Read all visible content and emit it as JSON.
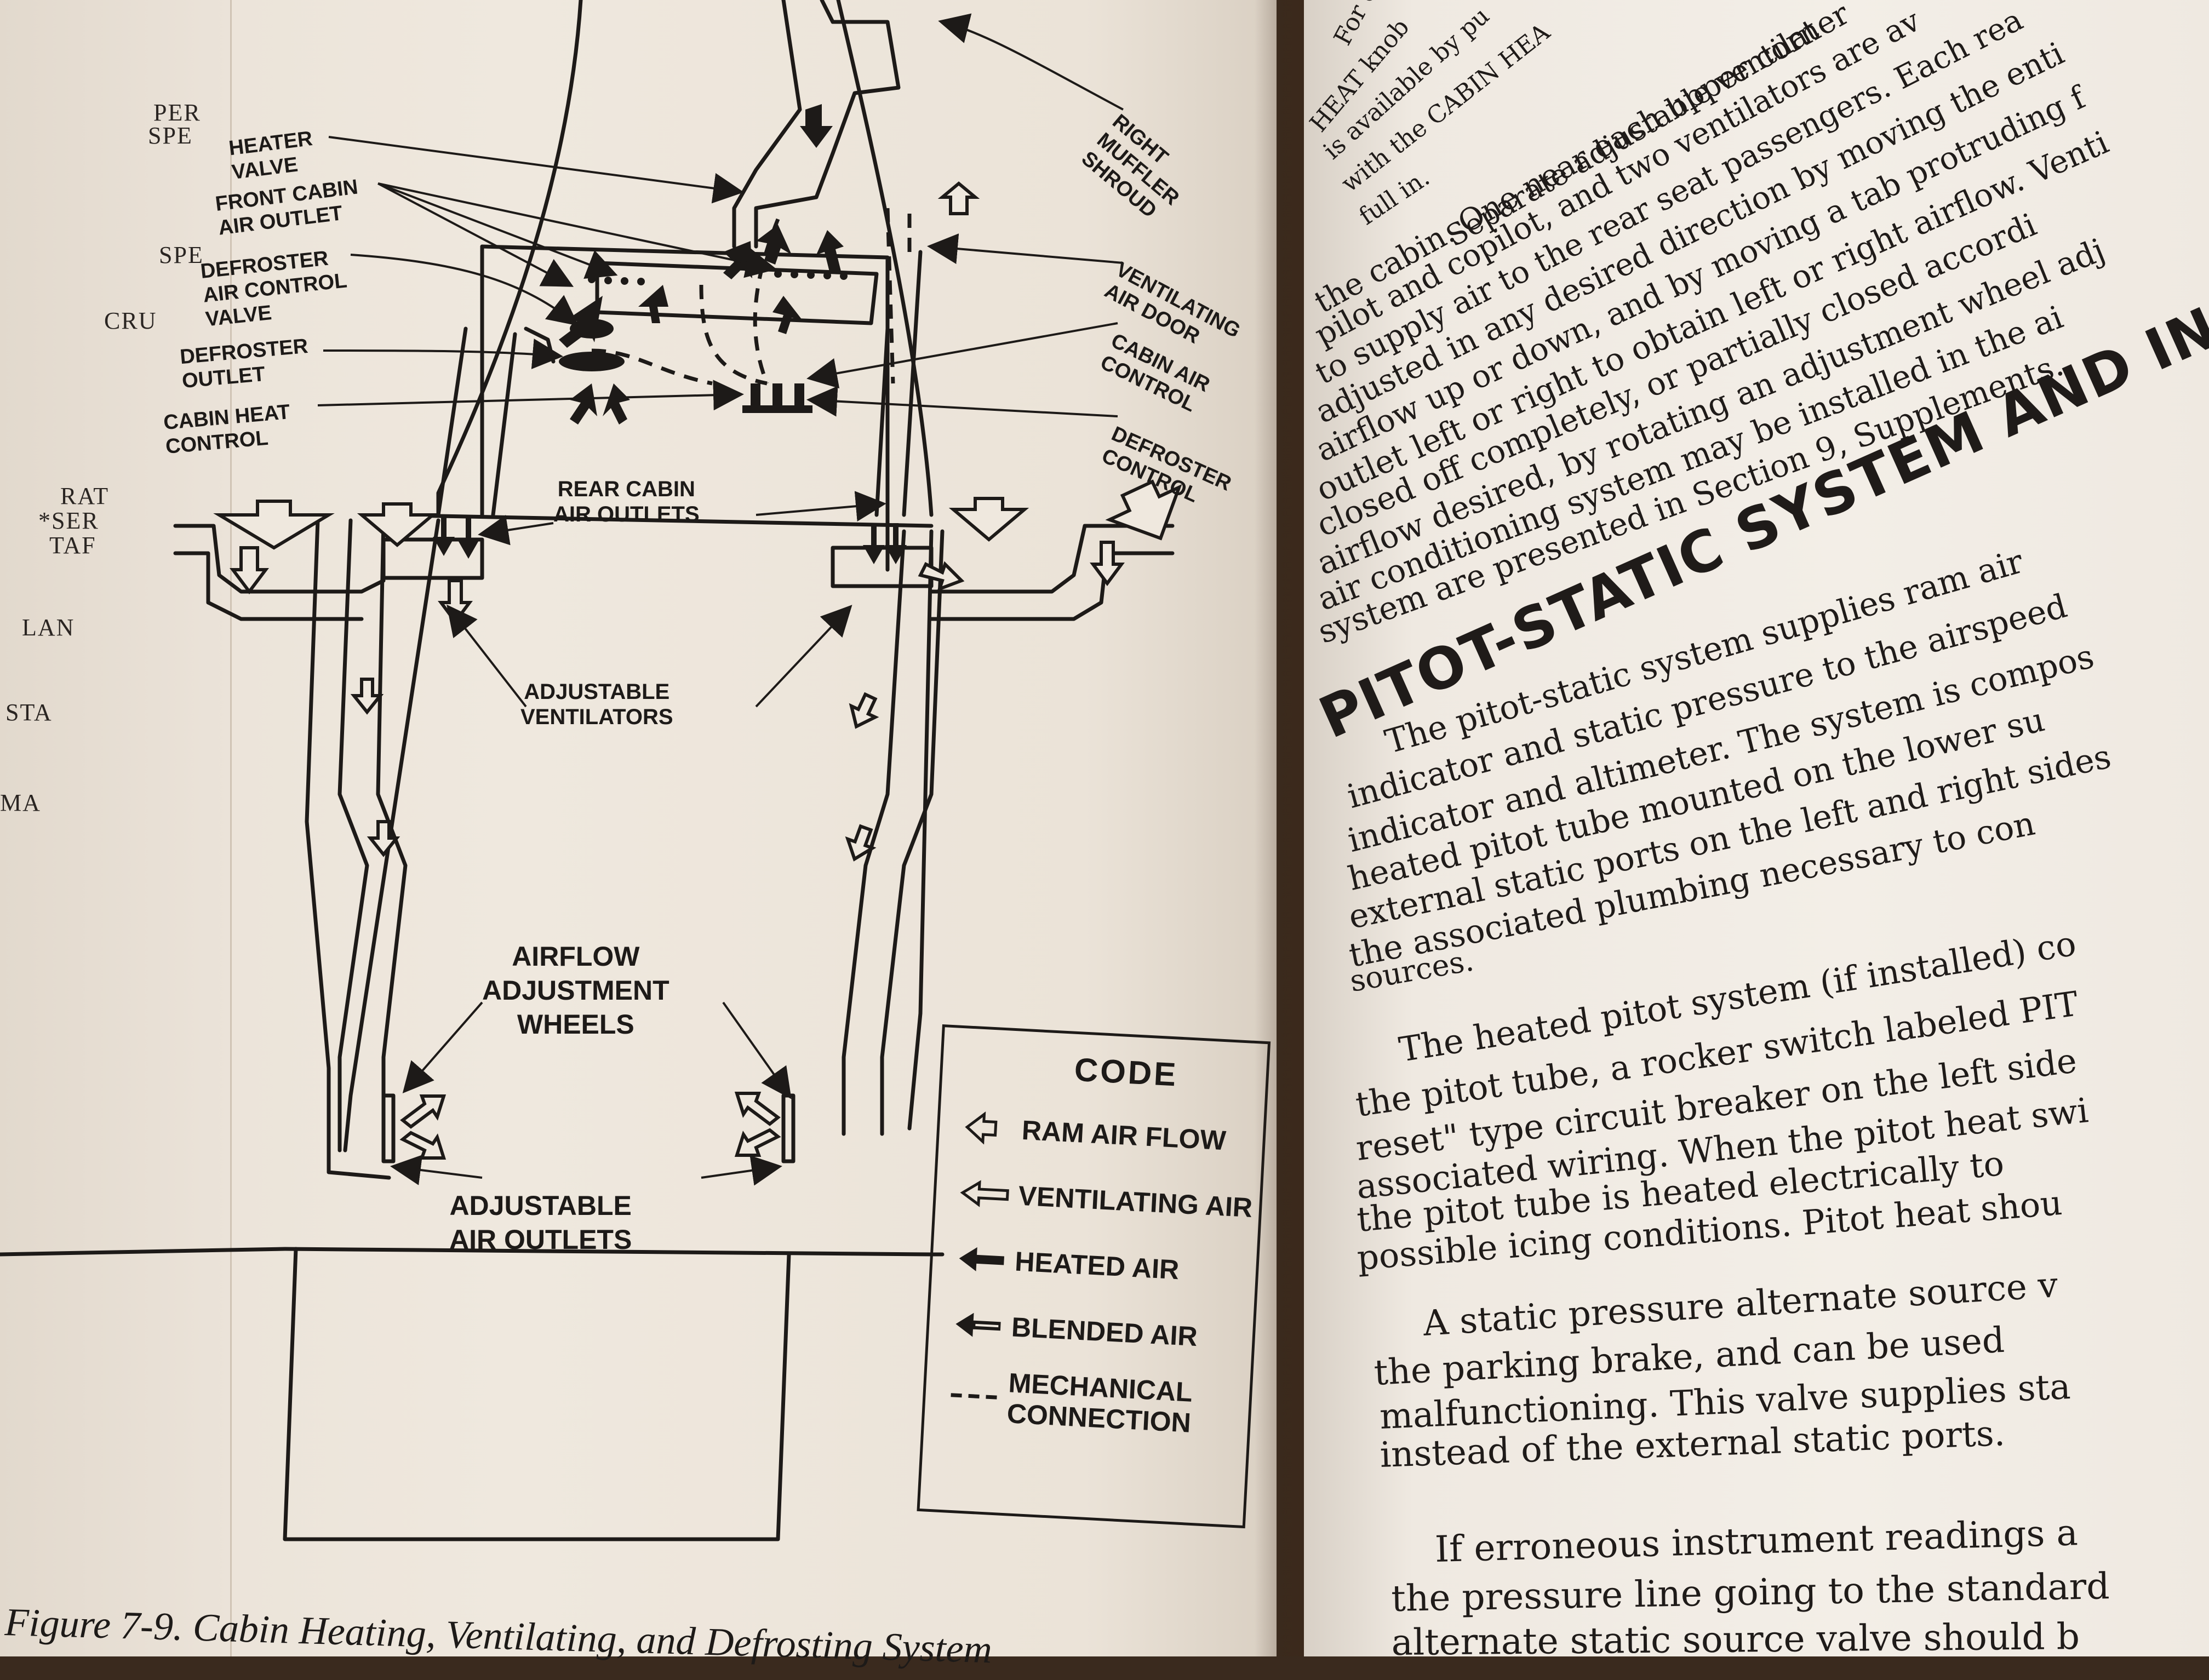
{
  "left_margin": {
    "fragments": [
      "PER",
      "SPE",
      "SPE",
      "CRU",
      "RAT",
      "*SER",
      "TAF",
      "LAN",
      "STA",
      "MA"
    ]
  },
  "diagram": {
    "labels": {
      "heater_valve": "HEATER\nVALVE",
      "front_cabin_air_outlet": "FRONT CABIN\nAIR OUTLET",
      "defroster_air_control_valve": "DEFROSTER\nAIR CONTROL\nVALVE",
      "defroster_outlet": "DEFROSTER\nOUTLET",
      "cabin_heat_control": "CABIN HEAT\nCONTROL",
      "right_muffler_shroud": "RIGHT\nMUFFLER\nSHROUD",
      "ventilating_air_door": "VENTILATING\nAIR DOOR",
      "cabin_air_control": "CABIN AIR\nCONTROL",
      "defroster_control": "DEFROSTER\nCONTROL",
      "rear_cabin_air_outlets": "REAR CABIN\nAIR OUTLETS",
      "adjustable_ventilators": "ADJUSTABLE\nVENTILATORS",
      "airflow_adjustment_wheels": "AIRFLOW\nADJUSTMENT\nWHEELS",
      "adjustable_air_outlets": "ADJUSTABLE\nAIR OUTLETS"
    },
    "legend": {
      "title": "CODE",
      "items": [
        {
          "label": "RAM AIR FLOW",
          "symbol": "ram-air-arrow-icon"
        },
        {
          "label": "VENTILATING AIR",
          "symbol": "ventilating-air-arrow-icon"
        },
        {
          "label": "HEATED AIR",
          "symbol": "heated-air-arrow-icon"
        },
        {
          "label": "BLENDED AIR",
          "symbol": "blended-air-arrow-icon"
        },
        {
          "label": "MECHANICAL\nCONNECTION",
          "symbol": "dashed-line-icon"
        }
      ]
    },
    "caption": "Figure 7-9.  Cabin Heating, Ventilating, and Defrosting System"
  },
  "right_page": {
    "top_fragments": [
      "For c",
      "HEAT knob",
      "is available by pu",
      "with the CABIN HEA",
      "full in."
    ],
    "para1": [
      "Separate adjustable ventilat",
      "the cabin. One near each upper corner",
      "pilot and copilot, and two ventilators are av",
      "to supply air to the rear seat passengers. Each rea",
      "adjusted in any desired direction by moving the enti",
      "airflow up or down, and by moving a tab protruding f",
      "outlet left or right to obtain left or right airflow. Venti",
      "closed off completely,  or  partially  closed  accordi",
      "airflow desired, by rotating an adjustment wheel adj",
      "air conditioning system may be installed in the ai",
      "system are presented in Section 9, Supplements."
    ],
    "heading": "PITOT-STATIC SYSTEM AND INS",
    "para2": [
      "The pitot-static system supplies ram air",
      "indicator and static pressure to the airspeed",
      "indicator and altimeter. The system is compos",
      "heated pitot tube mounted on the lower su",
      "external static ports on the left and right sides",
      "the associated plumbing necessary to con",
      "sources."
    ],
    "para3": [
      "The heated pitot system (if installed) co",
      "the pitot tube, a rocker switch labeled PIT",
      "reset\" type circuit breaker on the left side",
      "associated wiring. When the pitot heat swi",
      "the  pitot  tube  is  heated  electrically  to",
      "possible icing conditions. Pitot heat shou"
    ],
    "para4": [
      "A static pressure alternate source v",
      "the  parking  brake,  and  can  be  used",
      "malfunctioning. This valve supplies sta",
      "instead of the external static ports."
    ],
    "para5": [
      "If erroneous instrument readings a",
      "the pressure line going to the standard",
      "alternate static source valve should b"
    ]
  }
}
